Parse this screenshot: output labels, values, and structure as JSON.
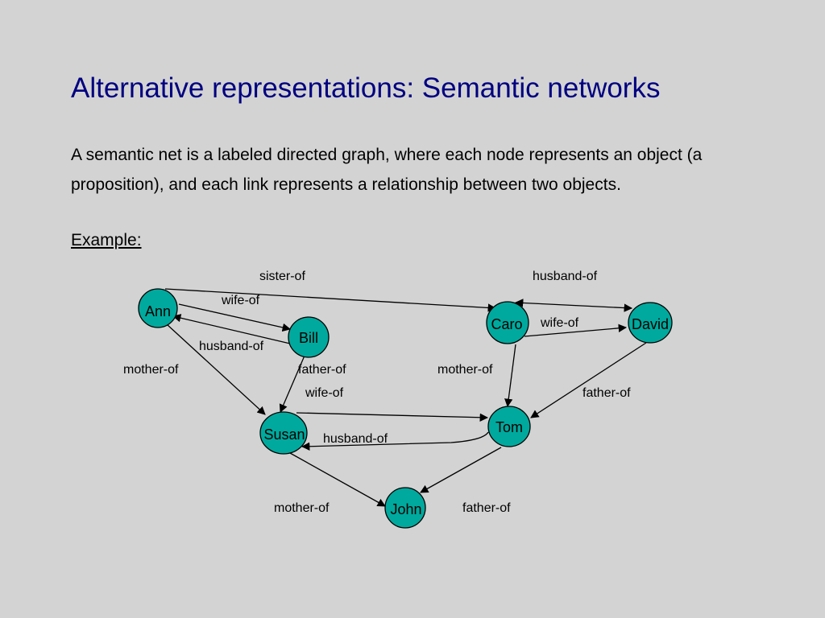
{
  "slide": {
    "title": "Alternative representations: Semantic networks",
    "body": "A semantic net is a labeled directed graph, where each node represents an object (a proposition), and each link represents a relationship between two objects.",
    "example_label": "Example:"
  },
  "diagram": {
    "node_color": "#00a99d",
    "nodes": {
      "ann": "Ann",
      "bill": "Bill",
      "caro": "Caro",
      "david": "David",
      "susan": "Susan",
      "tom": "Tom",
      "john": "John"
    },
    "edge_labels": {
      "ann_sister_of_caro": "sister-of",
      "caro_husband_of_david": "husband-of",
      "ann_wife_of_bill": "wife-of",
      "bill_husband_of_ann": "husband-of",
      "caro_wife_of_david": "wife-of",
      "ann_mother_of_susan": "mother-of",
      "bill_father_of_susan": "father-of",
      "caro_mother_of_tom": "mother-of",
      "susan_wife_of_tom": "wife-of",
      "david_father_of_tom": "father-of",
      "tom_husband_of_susan": "husband-of",
      "susan_mother_of_john": "mother-of",
      "tom_father_of_john": "father-of"
    }
  }
}
